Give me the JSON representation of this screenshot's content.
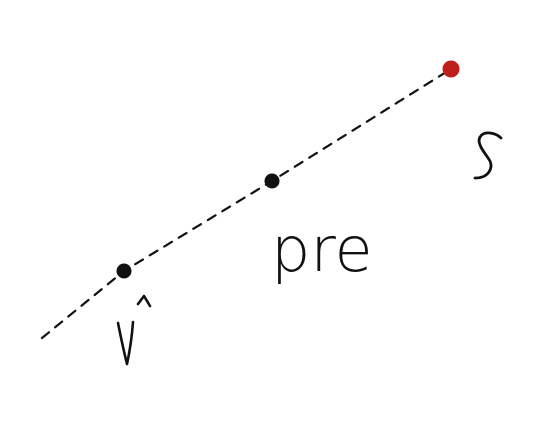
{
  "colors": {
    "ink": "#111111",
    "highlight": "#c0201c",
    "background": "#ffffff"
  },
  "points": [
    {
      "id": "v-hat",
      "color": "#111111"
    },
    {
      "id": "pre",
      "color": "#111111"
    },
    {
      "id": "s",
      "color": "#c0201c"
    }
  ],
  "labels": {
    "pre": "pre"
  }
}
